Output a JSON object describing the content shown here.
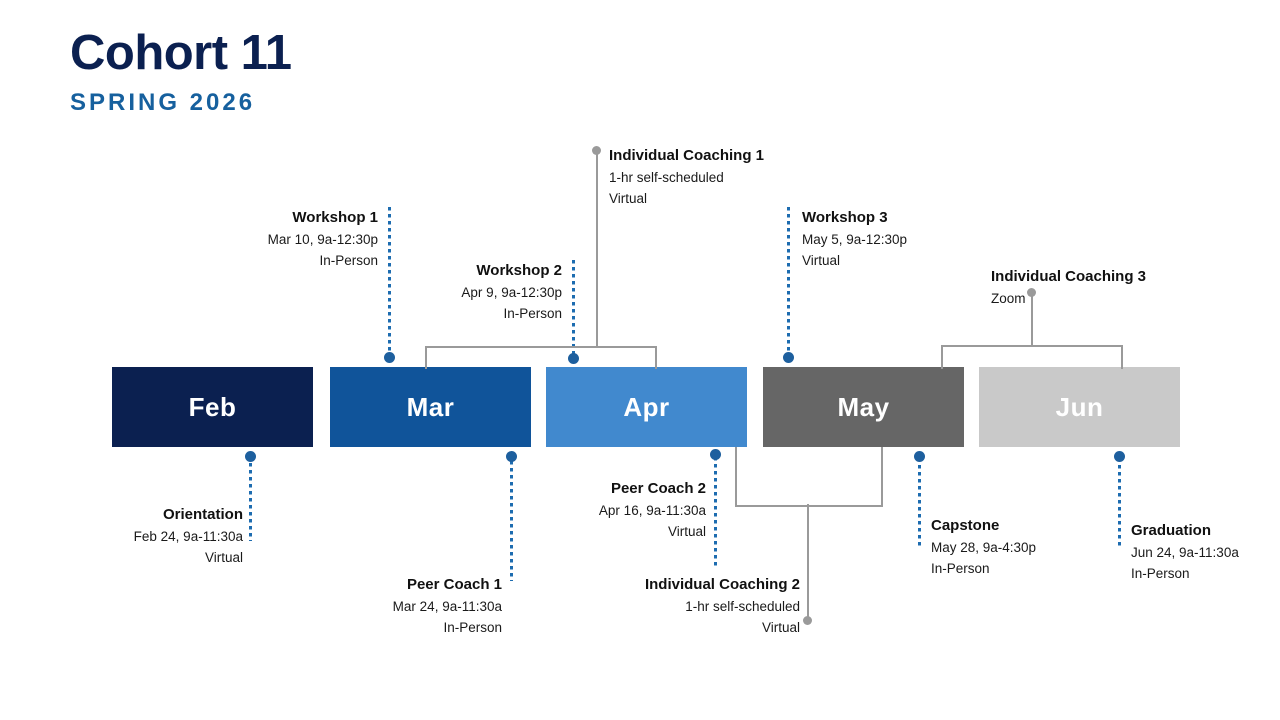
{
  "header": {
    "cohort_title": "Cohort 11",
    "season": "SPRING 2026",
    "title_color": "#0b2050",
    "season_color": "#16609e"
  },
  "theme": {
    "accent_blue": "#1d5f9e",
    "connector_blue": "#1d6cb0",
    "connector_gray": "#9a9a9a",
    "background": "#ffffff"
  },
  "timeline": {
    "months": [
      {
        "label": "Feb",
        "color": "#0b2050"
      },
      {
        "label": "Mar",
        "color": "#10549a"
      },
      {
        "label": "Apr",
        "color": "#4189ce"
      },
      {
        "label": "May",
        "color": "#666666"
      },
      {
        "label": "Jun",
        "color": "#c9c9c9"
      }
    ]
  },
  "events": [
    {
      "id": "workshop-1",
      "title": "Workshop 1",
      "detail_1": "Mar 10, 9a-12:30p",
      "detail_2": "In-Person",
      "connector": "dotted-blue",
      "side": "above",
      "align": "right"
    },
    {
      "id": "workshop-2",
      "title": "Workshop 2",
      "detail_1": "Apr 9, 9a-12:30p",
      "detail_2": "In-Person",
      "connector": "dotted-blue",
      "side": "above",
      "align": "right"
    },
    {
      "id": "workshop-3",
      "title": "Workshop 3",
      "detail_1": "May 5, 9a-12:30p",
      "detail_2": "Virtual",
      "connector": "dotted-blue",
      "side": "above",
      "align": "left"
    },
    {
      "id": "individual-coaching-1",
      "title": "Individual Coaching 1",
      "detail_1": "1-hr self-scheduled",
      "detail_2": "Virtual",
      "connector": "solid-gray-bracket",
      "side": "above",
      "align": "left"
    },
    {
      "id": "individual-coaching-3",
      "title": "Individual Coaching 3",
      "detail_1": "Zoom",
      "detail_2": "",
      "connector": "solid-gray-bracket",
      "side": "above",
      "align": "left"
    },
    {
      "id": "orientation",
      "title": "Orientation",
      "detail_1": "Feb 24, 9a-11:30a",
      "detail_2": "Virtual",
      "connector": "dotted-blue",
      "side": "below",
      "align": "right"
    },
    {
      "id": "peer-coach-1",
      "title": "Peer Coach 1",
      "detail_1": "Mar 24, 9a-11:30a",
      "detail_2": "In-Person",
      "connector": "dotted-blue",
      "side": "below",
      "align": "right"
    },
    {
      "id": "peer-coach-2",
      "title": "Peer Coach 2",
      "detail_1": "Apr 16, 9a-11:30a",
      "detail_2": "Virtual",
      "connector": "dotted-blue",
      "side": "below",
      "align": "right"
    },
    {
      "id": "individual-coaching-2",
      "title": "Individual Coaching 2",
      "detail_1": "1-hr self-scheduled",
      "detail_2": "Virtual",
      "connector": "solid-gray-bracket",
      "side": "below",
      "align": "right"
    },
    {
      "id": "capstone",
      "title": "Capstone",
      "detail_1": "May 28, 9a-4:30p",
      "detail_2": "In-Person",
      "connector": "dotted-blue",
      "side": "below",
      "align": "left"
    },
    {
      "id": "graduation",
      "title": "Graduation",
      "detail_1": "Jun 24, 9a-11:30a",
      "detail_2": "In-Person",
      "connector": "dotted-blue",
      "side": "below",
      "align": "left"
    }
  ]
}
